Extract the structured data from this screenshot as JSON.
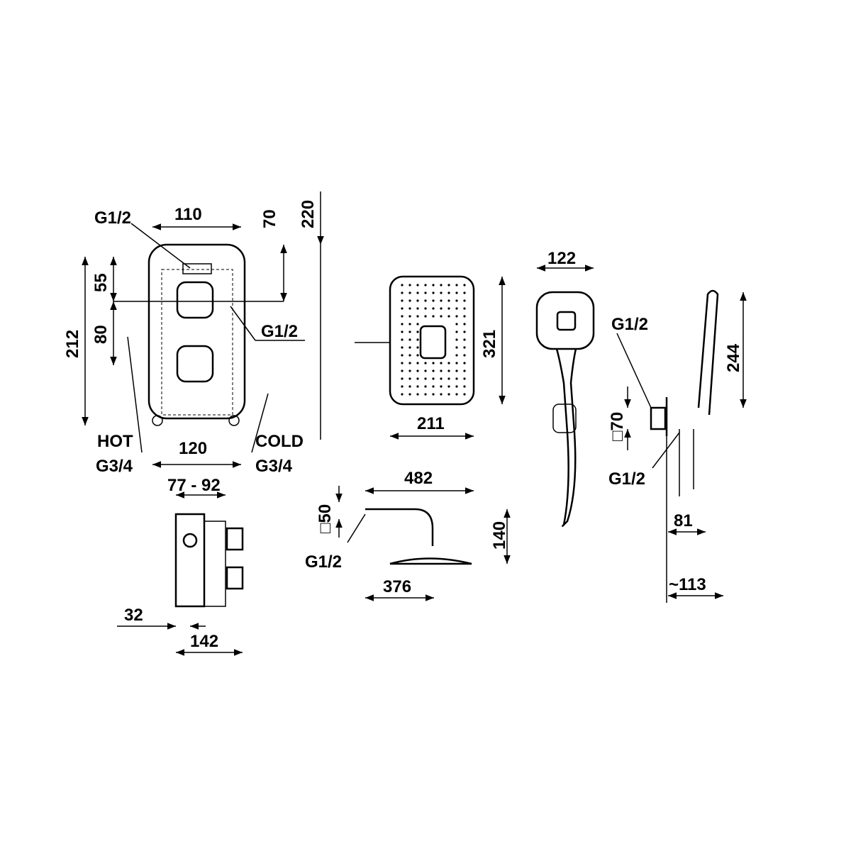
{
  "mixer_front": {
    "inlet_top": "G1/2",
    "width_top": "110",
    "offset_top": "70",
    "height_total": "220",
    "dim_55": "55",
    "dim_80": "80",
    "height_body": "212",
    "outlet_right": "G1/2",
    "hot_label": "HOT",
    "hot_thread": "G3/4",
    "width_bottom": "120",
    "cold_label": "COLD",
    "cold_thread": "G3/4"
  },
  "mixer_side": {
    "depth_range": "77 - 92",
    "dim_32": "32",
    "depth_total": "142"
  },
  "overhead_top": {
    "height": "321",
    "width": "211"
  },
  "overhead_side": {
    "arm_length": "482",
    "flange": "□50",
    "drop": "140",
    "thread": "G1/2",
    "head_width": "376"
  },
  "hand_shower": {
    "width": "122"
  },
  "wall_outlet": {
    "thread_top": "G1/2",
    "flange": "□70",
    "thread_bottom": "G1/2",
    "height": "244",
    "dim_81": "81",
    "projection": "~113"
  }
}
